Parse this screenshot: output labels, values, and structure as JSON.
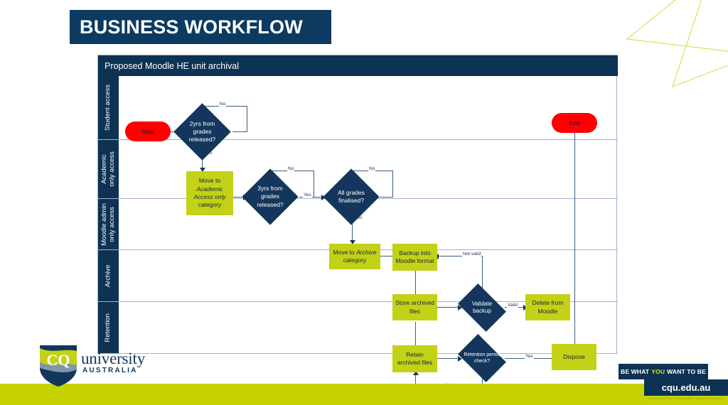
{
  "slide": {
    "title": "BUSINESS WORKFLOW",
    "accent_navy": "#0d3a60",
    "accent_lime": "#c6d300",
    "node_lime": "#c3d117",
    "node_navy": "#14365c",
    "terminator_red": "#fe0000"
  },
  "diagram": {
    "header": "Proposed Moodle HE unit archival",
    "lanes": [
      {
        "id": "student-access",
        "label": "Student access"
      },
      {
        "id": "academic-only-access",
        "label": "Academic\nonly access"
      },
      {
        "id": "moodle-admin-only-access",
        "label": "Moodle admin\nonly access"
      },
      {
        "id": "archive",
        "label": "Archive"
      },
      {
        "id": "retention",
        "label": "Retention"
      }
    ],
    "nodes": {
      "start": "Start",
      "end": "End",
      "two_yrs": "2yrs from grades released?",
      "move_academic_pre": "Move to ",
      "move_academic_em": "Academic Access only",
      "move_academic_post": " category",
      "three_yrs": "3yrs from grades released?",
      "all_grades": "All grades finalised?",
      "move_archive_pre": "Move to ",
      "move_archive_em": "Archive",
      "move_archive_post": " category",
      "backup": "Backup into Moodle format",
      "store_archived": "Store archived files",
      "validate_backup": "Validate backup",
      "delete_moodle": "Delete from Moodle",
      "retain_archived": "Retain archived files",
      "retention_check": "Retention period check?",
      "dispose": "Dispose"
    },
    "edge_labels": {
      "no_2yrs": "No",
      "yes_2yrs": "Yes",
      "no_3yrs": "No",
      "yes_3yrs": "Yes",
      "no_grades": "No",
      "yes_grades": "Yes",
      "not_valid": "Not valid",
      "valid": "Valid",
      "yes_retention": "Yes",
      "no_retention": "No"
    }
  },
  "branding": {
    "logo_cq": "CQ",
    "logo_university": "university",
    "logo_country": "AUSTRALIA",
    "tagline_a": "BE WHAT",
    "tagline_you": "YOU",
    "tagline_b": "WANT TO BE",
    "website": "cqu.edu.au",
    "cricos": "CRICOS 00219C | RTO 40939 | TEQSA PRV12073"
  }
}
